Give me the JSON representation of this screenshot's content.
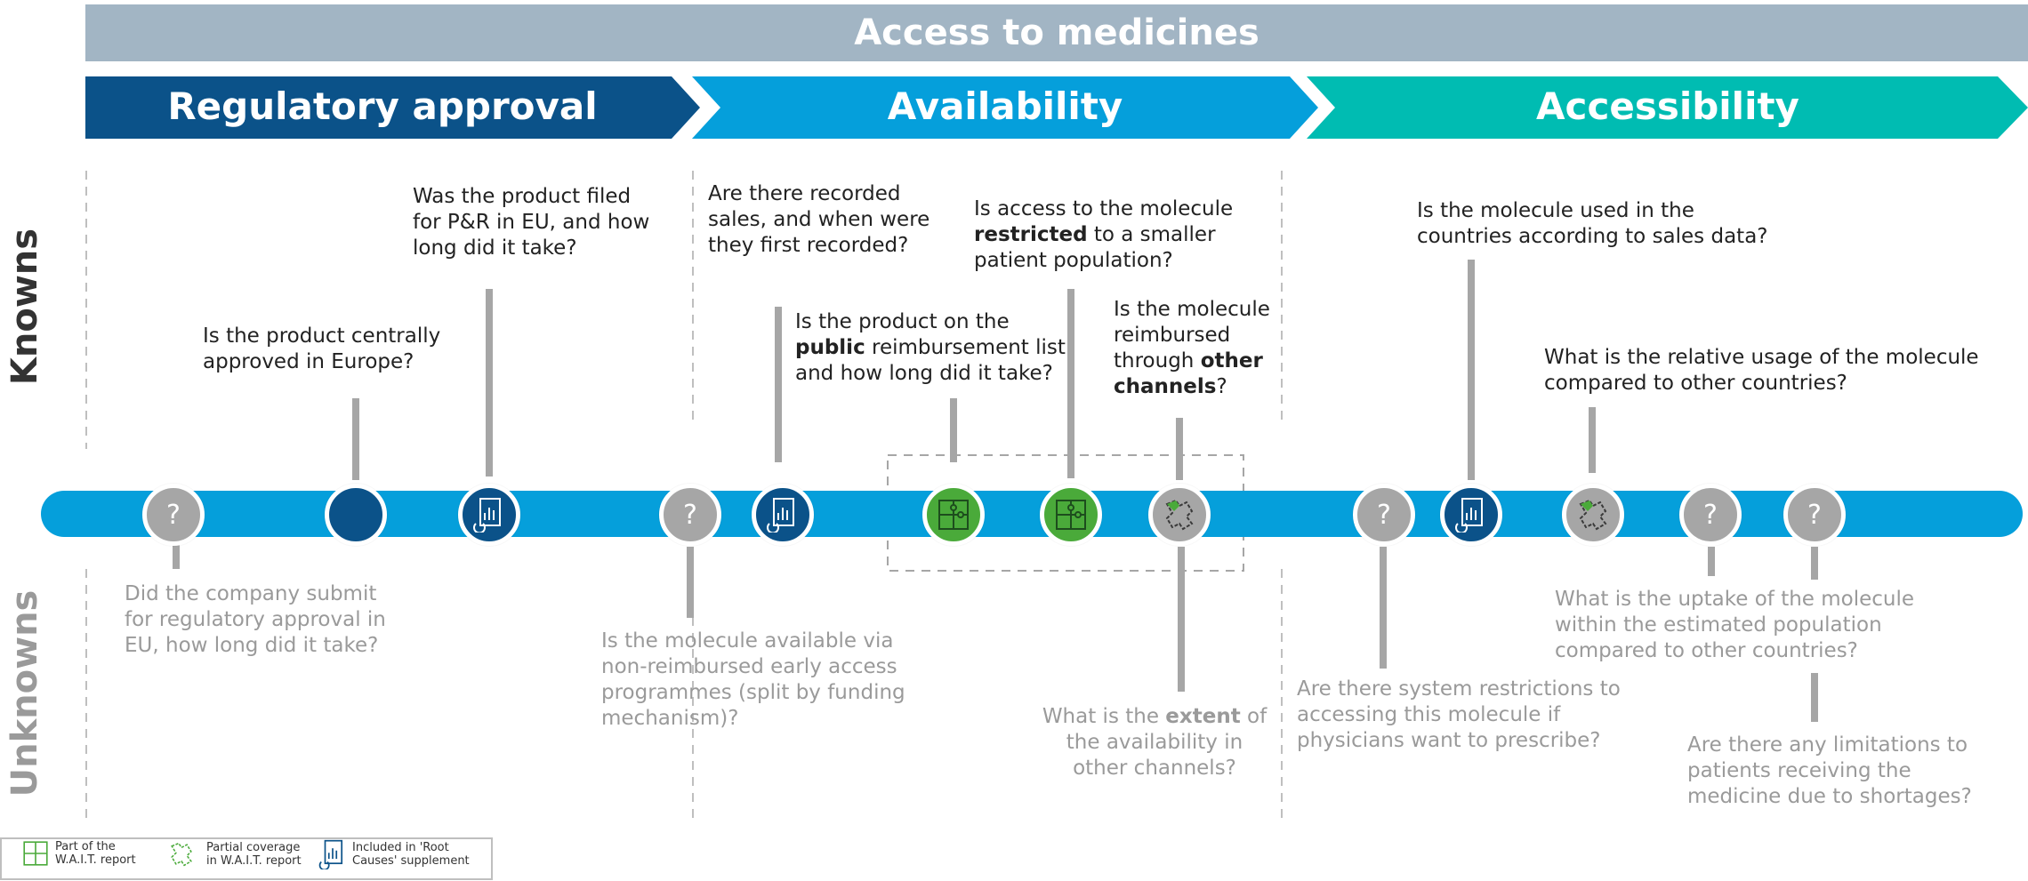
{
  "title": "Access to medicines",
  "phases": {
    "regulatory": "Regulatory approval",
    "availability": "Availability",
    "accessibility": "Accessibility"
  },
  "rows": {
    "knowns": "Knowns",
    "unknowns": "Unknowns"
  },
  "known_questions": {
    "centrally_approved": "Is the product centrally approved in Europe?",
    "filed_pr": "Was the product filed for P&R in EU, and how long did it take?",
    "recorded_sales": "Are there recorded sales, and when were they first recorded?",
    "public_list_a": "Is the product on the ",
    "public_list_b": "public",
    "public_list_c": " reimbursement list and how long did it take?",
    "restricted_a": "Is access to the molecule ",
    "restricted_b": "restricted",
    "restricted_c": " to a smaller patient population?",
    "other_channels_a": "Is the molecule reimbursed through ",
    "other_channels_b": "other channels",
    "other_channels_c": "?",
    "used_sales": "Is the molecule used in the countries according to sales data?",
    "relative_usage": "What is the relative usage of the molecule compared to other countries?"
  },
  "unknown_questions": {
    "submit_regulatory": "Did the company submit for regulatory approval in EU, how long did it take?",
    "early_access": "Is the molecule available via non-reimbursed early access programmes (split by funding mechanism)?",
    "extent_a": "What is the ",
    "extent_b": "extent",
    "extent_c": " of the availability in other channels?",
    "system_restrictions": "Are there system restrictions to accessing this molecule if physicians want to prescribe?",
    "uptake": "What is the uptake of the molecule within the estimated population compared to other countries?",
    "shortages": "Are there any limitations to patients receiving the medicine due to shortages?"
  },
  "node_glyph": "?",
  "legend": {
    "part": "Part of the W.A.I.T. report",
    "partial": "Partial coverage in W.A.I.T. report",
    "included": "Included in 'Root Causes' supplement"
  },
  "colors": {
    "banner": "#a2b5c4",
    "regulatory": "#0b5289",
    "availability": "#059fdb",
    "accessibility": "#00bcb2",
    "timeline": "#059fdb",
    "grey_node": "#a6a6a6",
    "green_node": "#4aaa3a"
  }
}
